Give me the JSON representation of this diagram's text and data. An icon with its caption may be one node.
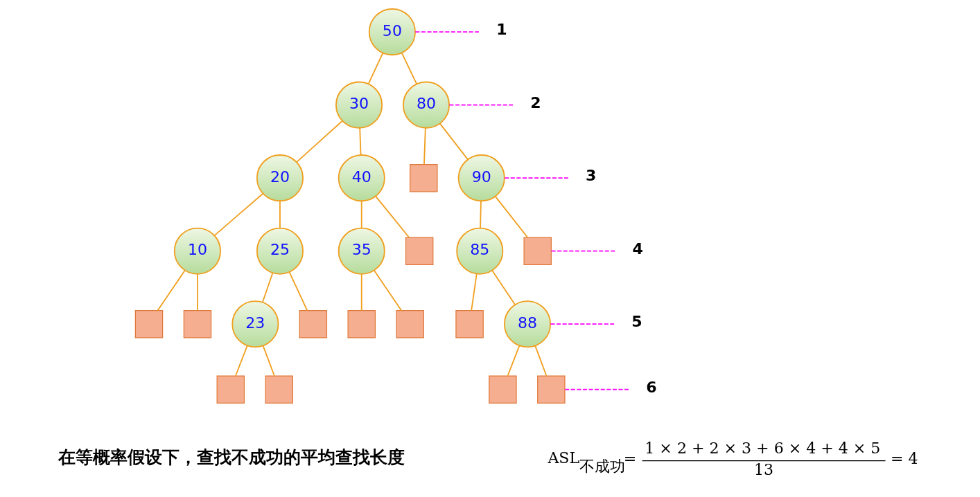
{
  "diagram": {
    "nodes": [
      {
        "text": [
          "50"
        ]
      },
      {
        "text": [
          "30"
        ]
      },
      {
        "text": [
          "80"
        ]
      },
      {
        "text": [
          "20"
        ]
      },
      {
        "text": [
          "40"
        ]
      },
      {
        "text": [],
        "shape": "box"
      },
      {
        "text": [
          "90"
        ]
      },
      {
        "text": [
          "10"
        ]
      },
      {
        "text": [
          "25"
        ]
      },
      {
        "text": [
          "35"
        ]
      },
      {
        "text": [],
        "shape": "box"
      },
      {
        "text": [
          "85"
        ]
      },
      {
        "text": [],
        "shape": "box"
      },
      {
        "text": [],
        "shape": "box"
      },
      {
        "text": [],
        "shape": "box"
      },
      {
        "text": [
          "23"
        ]
      },
      {
        "text": [],
        "shape": "box"
      },
      {
        "text": [],
        "shape": "box"
      },
      {
        "text": [],
        "shape": "box"
      },
      {
        "text": [],
        "shape": "box"
      },
      {
        "text": [
          "88"
        ]
      },
      {
        "text": [],
        "shape": "box"
      },
      {
        "text": [],
        "shape": "box"
      },
      {
        "text": [],
        "shape": "box"
      },
      {
        "text": [],
        "shape": "box"
      },
      {
        "text": [
          "1"
        ]
      },
      {
        "text": [
          "2"
        ]
      },
      {
        "text": [
          "3"
        ]
      },
      {
        "text": [
          "4"
        ]
      },
      {
        "text": [
          "5"
        ]
      },
      {
        "text": [
          "6"
        ]
      }
    ],
    "edges": [
      {
        "from": 0,
        "to": 1,
        "arrow": "none"
      },
      {
        "from": 0,
        "to": 2,
        "arrow": "none"
      },
      {
        "from": 1,
        "to": 3,
        "arrow": "none"
      },
      {
        "from": 1,
        "to": 4,
        "arrow": "none"
      },
      {
        "from": 2,
        "to": 5,
        "arrow": "none"
      },
      {
        "from": 2,
        "to": 6,
        "arrow": "none"
      },
      {
        "from": 3,
        "to": 7,
        "arrow": "none"
      },
      {
        "from": 3,
        "to": 8,
        "arrow": "none"
      },
      {
        "from": 4,
        "to": 9,
        "arrow": "none"
      },
      {
        "from": 4,
        "to": 10,
        "arrow": "none"
      },
      {
        "from": 6,
        "to": 11,
        "arrow": "none"
      },
      {
        "from": 6,
        "to": 12,
        "arrow": "none"
      },
      {
        "from": 7,
        "to": 13,
        "arrow": "none"
      },
      {
        "from": 7,
        "to": 14,
        "arrow": "none"
      },
      {
        "from": 8,
        "to": 15,
        "arrow": "none"
      },
      {
        "from": 8,
        "to": 16,
        "arrow": "none"
      },
      {
        "from": 9,
        "to": 17,
        "arrow": "none"
      },
      {
        "from": 9,
        "to": 18,
        "arrow": "none"
      },
      {
        "from": 11,
        "to": 19,
        "arrow": "none"
      },
      {
        "from": 11,
        "to": 20,
        "arrow": "none"
      },
      {
        "from": 15,
        "to": 21,
        "arrow": "none"
      },
      {
        "from": 15,
        "to": 22,
        "arrow": "none"
      },
      {
        "from": 20,
        "to": 23,
        "arrow": "none"
      },
      {
        "from": 20,
        "to": 24,
        "arrow": "none"
      },
      {
        "from": 0,
        "to": 25,
        "arrow": "none",
        "style": "dashed",
        "color": "#ff00ff"
      },
      {
        "from": 2,
        "to": 26,
        "arrow": "none",
        "style": "dashed",
        "color": "#ff00ff"
      },
      {
        "from": 6,
        "to": 27,
        "arrow": "none",
        "style": "dashed",
        "color": "#ff00ff"
      },
      {
        "from": 12,
        "to": 28,
        "arrow": "none",
        "style": "dashed",
        "color": "#ff00ff"
      },
      {
        "from": 20,
        "to": 29,
        "arrow": "none",
        "style": "dashed",
        "color": "#ff00ff"
      },
      {
        "from": 24,
        "to": 30,
        "arrow": "none",
        "style": "dashed",
        "color": "#ff00ff"
      }
    ],
    "labels": [
      "在等概率假设下，查找不成功的平均查找长度",
      "ASL",
      "不成功",
      "=",
      "1 × 2 + 2 × 3 + 6 × 4 + 4 × 5",
      "13",
      "= 4"
    ]
  }
}
